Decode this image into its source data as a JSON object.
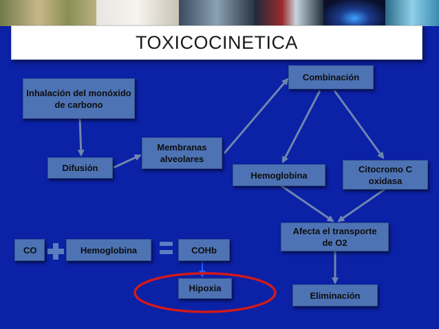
{
  "title": "TOXICOCINETICA",
  "nodes": {
    "inhalacion": "Inhalación del monóxido de carbono",
    "difusion": "Difusión",
    "membranas": "Membranas alveolares",
    "combinacion": "Combinación",
    "hemoglobina": "Hemoglobina",
    "citocromo": "Citocromo C oxidasa",
    "afecta": "Afecta el transporte de O2",
    "eliminacion": "Eliminación",
    "co": "CO",
    "hemoglobina2": "Hemoglobina",
    "cohb": "COHb",
    "hipoxia": "Hipoxia"
  },
  "colors": {
    "background": "#0b21a6",
    "box": "#4d73b4",
    "arrow": "#6f86b0",
    "ellipse": "#d11a1a",
    "operator": "#5a7fbf"
  },
  "icons": {
    "plus": "plus-icon",
    "equals": "equals-icon"
  }
}
